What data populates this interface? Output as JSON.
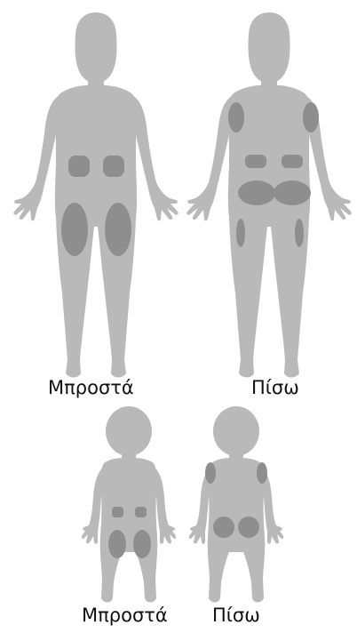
{
  "colors": {
    "body": "#b9b9b9",
    "injection_zone": "#8e8e8e",
    "label_text": "#111111",
    "background": "#ffffff"
  },
  "labels": {
    "adult_front": "Μπροστά",
    "adult_back": "Πίσω",
    "child_front": "Μπροστά",
    "child_back": "Πίσω"
  }
}
